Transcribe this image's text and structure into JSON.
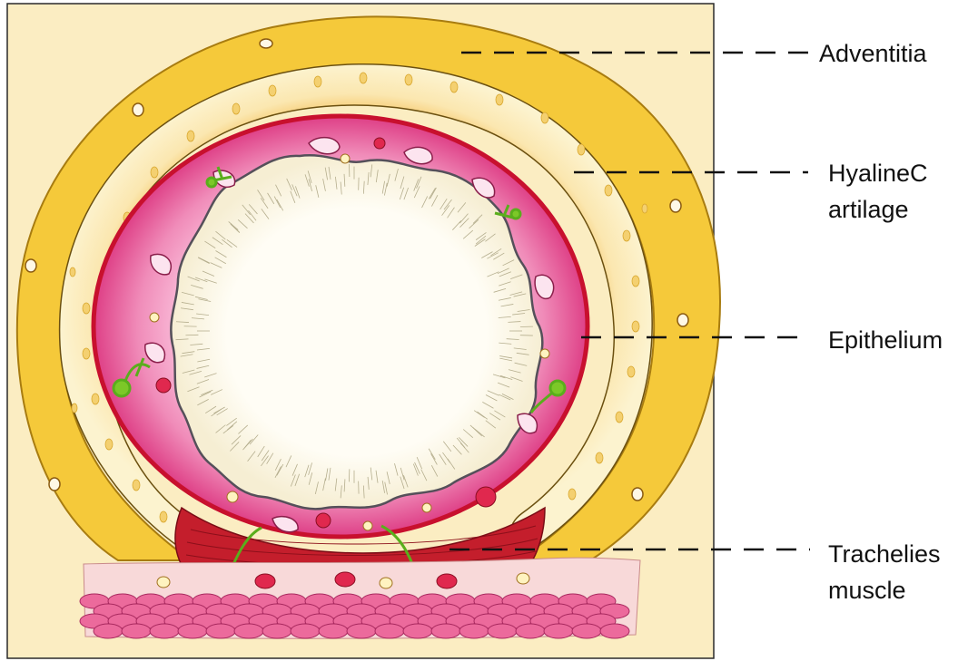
{
  "labels": {
    "adventitia": "Adventitia",
    "cartilage_line1": "HyalineC",
    "cartilage_line2": "artilage",
    "epithelium": "Epithelium",
    "muscle_line1": "Trachelies",
    "muscle_line2": "muscle"
  },
  "colors": {
    "background": "#fbedc2",
    "adventitia": "#f5c93a",
    "cartilage": "#fcf0c4",
    "mucosa": "#e0468a",
    "lamina_border": "#c8102e",
    "lumen": "#fdfaee",
    "muscle": "#c41e2c",
    "glands": "#5aae1c",
    "connective_tissue": "#f7d8d8",
    "fat_cells": "#ec6a9c"
  }
}
